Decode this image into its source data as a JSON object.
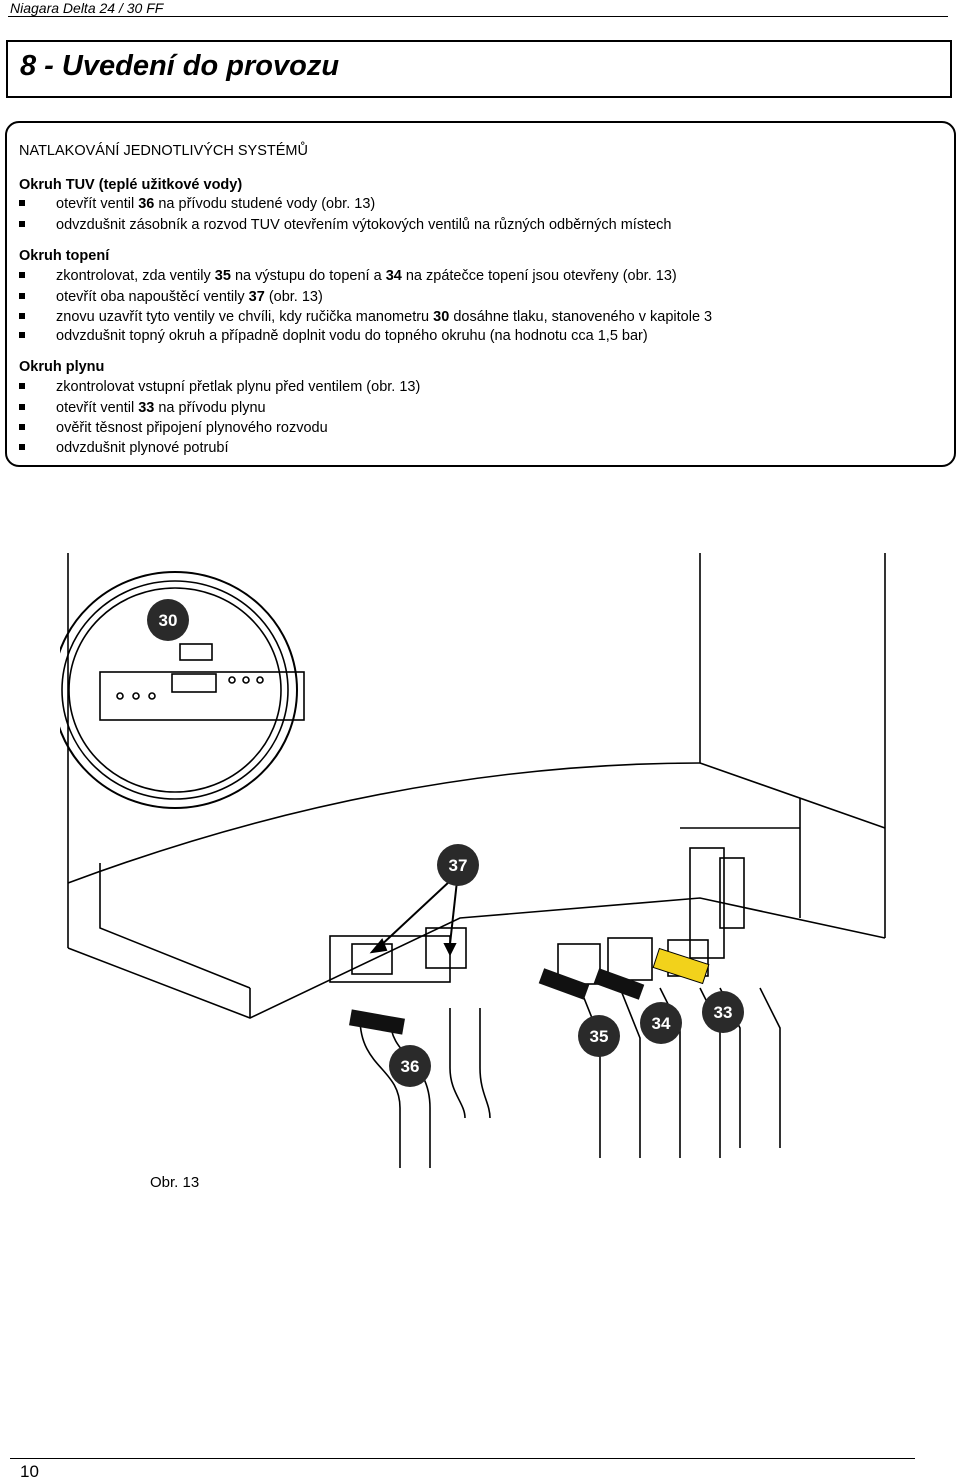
{
  "header": {
    "title": "Niagara Delta 24 / 30 FF"
  },
  "section": {
    "title": "8 - Uvedení do provozu"
  },
  "panel": {
    "title": "NATLAKOVÁNÍ JEDNOTLIVÝCH SYSTÉMŮ",
    "tuv": {
      "heading": "Okruh TUV (teplé užitkové vody)",
      "items": [
        {
          "pre": "otevřít ventil ",
          "num": "36",
          "post": " na přívodu studené vody (obr. 13)"
        },
        {
          "pre": "odvzdušnit zásobník a rozvod TUV otevřením výtokových ventilů na různých odběrných místech",
          "num": "",
          "post": ""
        }
      ]
    },
    "heating": {
      "heading": "Okruh topení",
      "items": [
        {
          "pre": "zkontrolovat, zda ventily ",
          "num": "35",
          "post": " na výstupu do topení a ",
          "num2": "34",
          "post2": " na zpátečce topení jsou otevřeny (obr. 13)"
        },
        {
          "pre": "otevřít oba napouštěcí ventily ",
          "num": "37",
          "post": "  (obr. 13)"
        },
        {
          "pre": "znovu uzavřít tyto ventily ve chvíli, kdy ručička  manometru ",
          "num": "30",
          "post": " dosáhne tlaku, stanoveného v kapitole 3"
        },
        {
          "pre": "odvzdušnit topný okruh a případně doplnit vodu do topného okruhu (na hodnotu cca 1,5 bar)",
          "num": "",
          "post": ""
        }
      ]
    },
    "gas": {
      "heading": "Okruh plynu",
      "items": [
        {
          "pre": "zkontrolovat vstupní přetlak plynu před ventilem (obr. 13)",
          "num": "",
          "post": ""
        },
        {
          "pre": "otevřít ventil ",
          "num": "33",
          "post": " na přívodu plynu"
        },
        {
          "pre": "ověřit těsnost připojení plynového rozvodu",
          "num": "",
          "post": ""
        },
        {
          "pre": "odvzdušnit plynové potrubí",
          "num": "",
          "post": ""
        }
      ]
    }
  },
  "figure": {
    "caption": "Obr. 13",
    "labels": {
      "manometer": "30",
      "fill_valve": "37",
      "cold_water": "36",
      "heating_flow": "35",
      "heating_return": "34",
      "gas": "33"
    },
    "colors": {
      "label_fill": "#2a2a2a",
      "gas_valve": "#f2d21b",
      "lines": "#000000"
    }
  },
  "footer": {
    "page": "10"
  }
}
